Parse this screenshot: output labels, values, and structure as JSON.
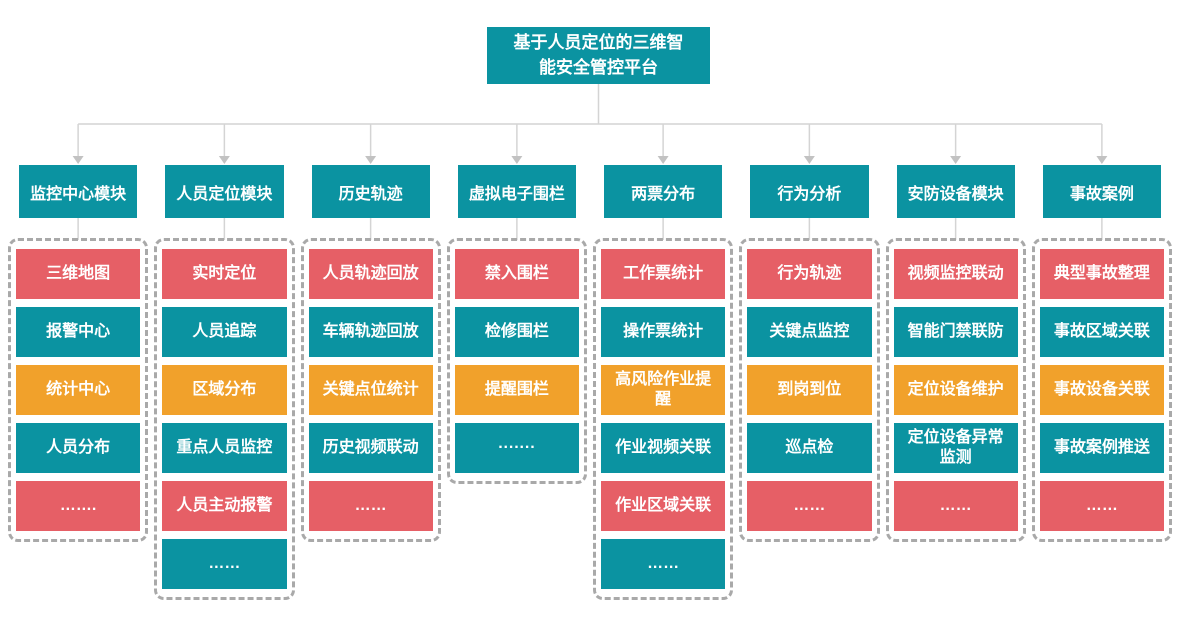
{
  "title": "基于人员定位的三维智\n能安全管控平台",
  "colors": {
    "teal": "#0b93a1",
    "red": "#e65f66",
    "orange": "#f1a12b",
    "dash_border": "#a9a9a9",
    "connector": "#d4d4d4",
    "arrow": "#c2c2c2",
    "background": "#ffffff",
    "text": "#ffffff"
  },
  "columns": [
    {
      "header": "监控中心模块",
      "items": [
        {
          "label": "三维地图",
          "color": "red"
        },
        {
          "label": "报警中心",
          "color": "teal"
        },
        {
          "label": "统计中心",
          "color": "orange"
        },
        {
          "label": "人员分布",
          "color": "teal"
        },
        {
          "label": "…….",
          "color": "red"
        }
      ]
    },
    {
      "header": "人员定位模块",
      "items": [
        {
          "label": "实时定位",
          "color": "red"
        },
        {
          "label": "人员追踪",
          "color": "teal"
        },
        {
          "label": "区域分布",
          "color": "orange"
        },
        {
          "label": "重点人员监控",
          "color": "teal"
        },
        {
          "label": "人员主动报警",
          "color": "red"
        },
        {
          "label": "……",
          "color": "teal"
        }
      ]
    },
    {
      "header": "历史轨迹",
      "items": [
        {
          "label": "人员轨迹回放",
          "color": "red"
        },
        {
          "label": "车辆轨迹回放",
          "color": "teal"
        },
        {
          "label": "关键点位统计",
          "color": "orange"
        },
        {
          "label": "历史视频联动",
          "color": "teal"
        },
        {
          "label": "……",
          "color": "red"
        }
      ]
    },
    {
      "header": "虚拟电子围栏",
      "items": [
        {
          "label": "禁入围栏",
          "color": "red"
        },
        {
          "label": "检修围栏",
          "color": "teal"
        },
        {
          "label": "提醒围栏",
          "color": "orange"
        },
        {
          "label": "·······",
          "color": "teal"
        }
      ]
    },
    {
      "header": "两票分布",
      "items": [
        {
          "label": "工作票统计",
          "color": "red"
        },
        {
          "label": "操作票统计",
          "color": "teal"
        },
        {
          "label": "高风险作业提\n醒",
          "color": "orange"
        },
        {
          "label": "作业视频关联",
          "color": "teal"
        },
        {
          "label": "作业区域关联",
          "color": "red"
        },
        {
          "label": "……",
          "color": "teal"
        }
      ]
    },
    {
      "header": "行为分析",
      "items": [
        {
          "label": "行为轨迹",
          "color": "red"
        },
        {
          "label": "关键点监控",
          "color": "teal"
        },
        {
          "label": "到岗到位",
          "color": "orange"
        },
        {
          "label": "巡点检",
          "color": "teal"
        },
        {
          "label": "……",
          "color": "red"
        }
      ]
    },
    {
      "header": "安防设备模块",
      "items": [
        {
          "label": "视频监控联动",
          "color": "red"
        },
        {
          "label": "智能门禁联防",
          "color": "teal"
        },
        {
          "label": "定位设备维护",
          "color": "orange"
        },
        {
          "label": "定位设备异常\n监测",
          "color": "teal"
        },
        {
          "label": "……",
          "color": "red"
        }
      ]
    },
    {
      "header": "事故案例",
      "items": [
        {
          "label": "典型事故整理",
          "color": "red"
        },
        {
          "label": "事故区域关联",
          "color": "teal"
        },
        {
          "label": "事故设备关联",
          "color": "orange"
        },
        {
          "label": "事故案例推送",
          "color": "teal"
        },
        {
          "label": "……",
          "color": "red"
        }
      ]
    }
  ]
}
